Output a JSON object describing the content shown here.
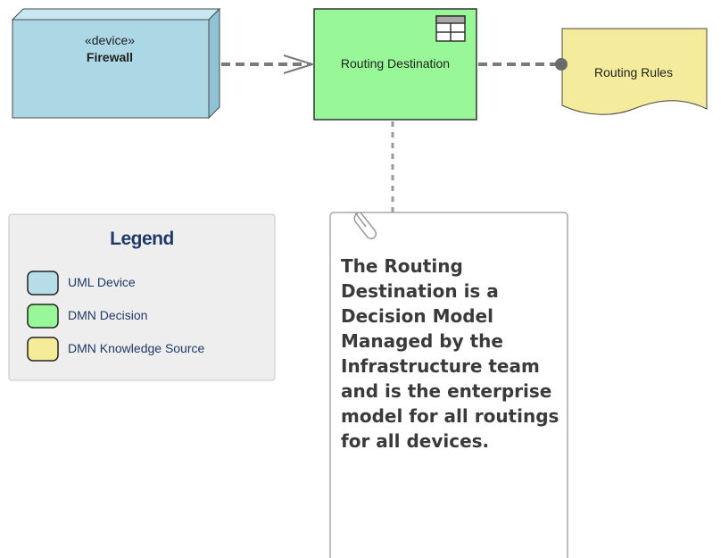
{
  "nodes": {
    "firewall": {
      "stereotype": "«device»",
      "name": "Firewall"
    },
    "decision": {
      "name": "Routing Destination"
    },
    "source": {
      "name": "Routing Rules"
    }
  },
  "legend": {
    "title": "Legend",
    "items": [
      {
        "label": "UML Device",
        "color": "#b7dde8"
      },
      {
        "label": "DMN Decision",
        "color": "#98f898"
      },
      {
        "label": "DMN Knowledge Source",
        "color": "#f4ec98"
      }
    ]
  },
  "note": {
    "text": "The Routing Destination is a Decision Model Managed by the Infrastructure team and is the enterprise model for all routings for all devices."
  },
  "colors": {
    "device_fill": "#acd8e6",
    "decision_fill": "#98f898",
    "source_fill": "#f4ec9c",
    "connector": "#7a7a7a"
  }
}
